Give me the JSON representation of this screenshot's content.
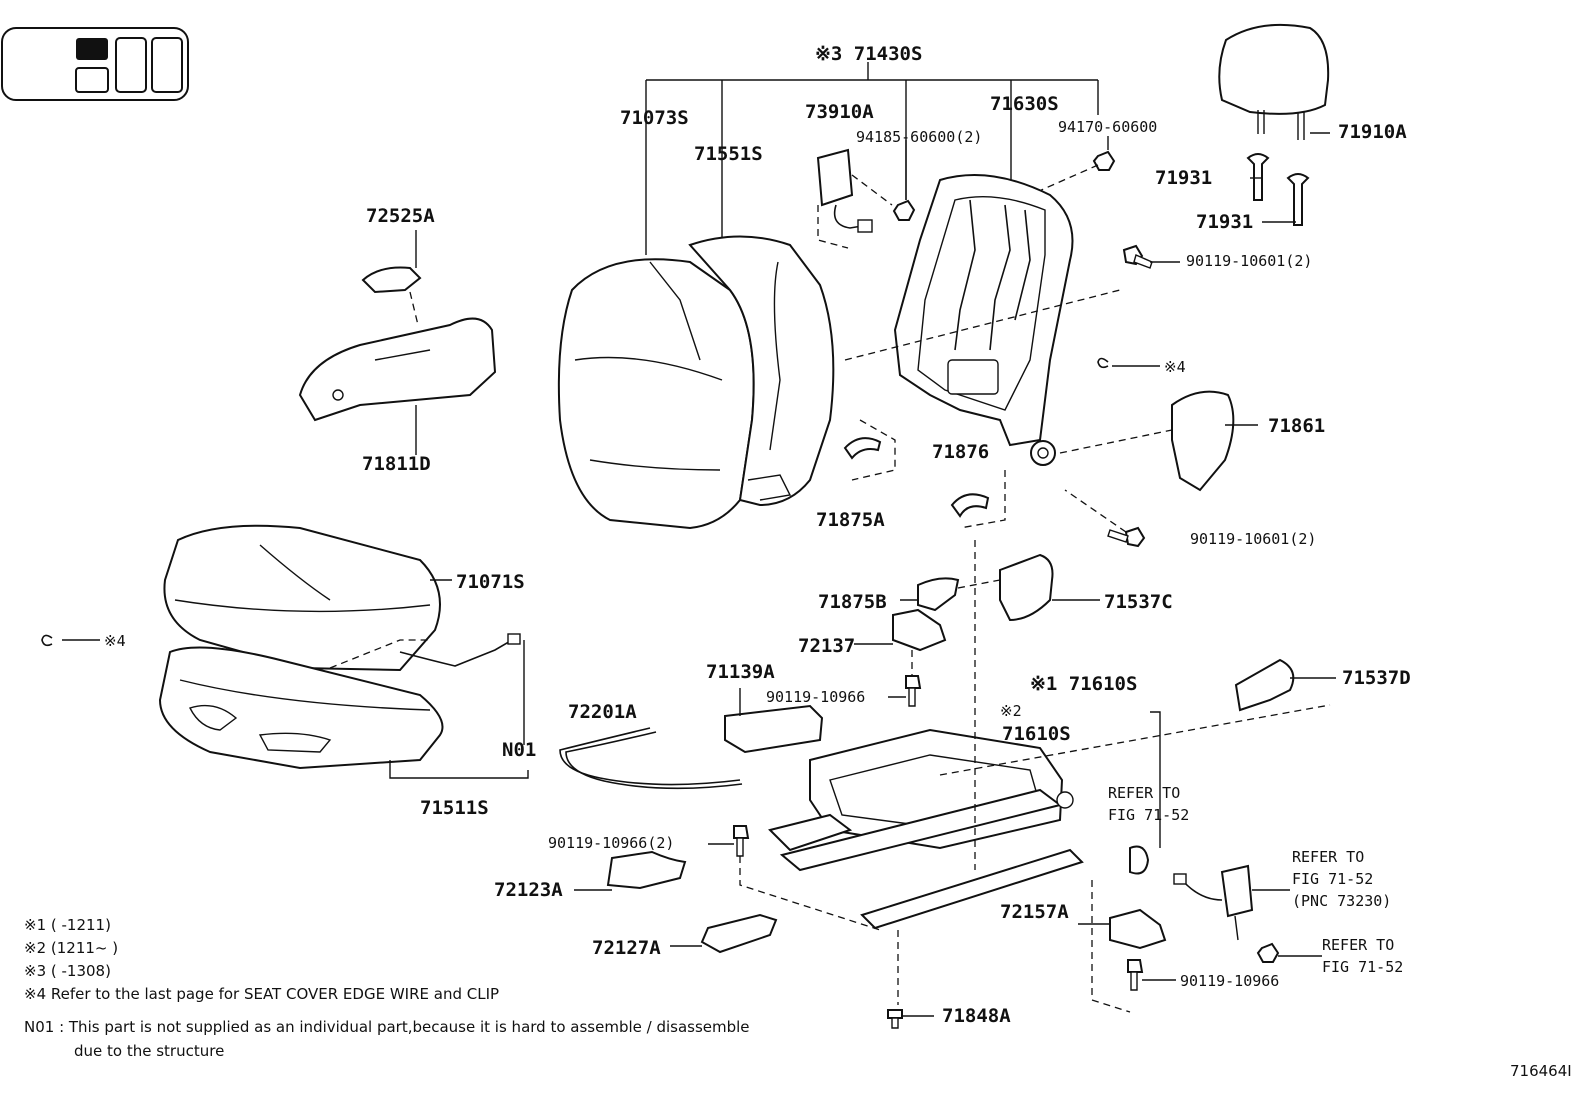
{
  "figure_id": "716464I",
  "labels": {
    "l71430S": "※3 71430S",
    "l71073S": "71073S",
    "l71551S": "71551S",
    "l73910A": "73910A",
    "l94185": "94185-60600(2)",
    "l71630S": "71630S",
    "l94170": "94170-60600",
    "l71910A": "71910A",
    "l71931a": "71931",
    "l71931b": "71931",
    "l90119_10601a": "90119-10601(2)",
    "l72525A": "72525A",
    "l71811D": "71811D",
    "lclip4a": "※4",
    "l71861": "71861",
    "l71876": "71876",
    "l71875A": "71875A",
    "l90119_10601b": "90119-10601(2)",
    "l71071S": "71071S",
    "lclip4b": "※4",
    "l71875B": "71875B",
    "l71537C": "71537C",
    "l72137": "72137",
    "l71139A": "71139A",
    "l90119_10966a": "90119-10966",
    "l71610S1": "※1 71610S",
    "l71537D": "71537D",
    "l71610S2a": "※2",
    "l71610S2b": "71610S",
    "l72201A": "72201A",
    "lN01": "N01",
    "l71511S": "71511S",
    "lrefer1a": "REFER TO",
    "lrefer1b": "FIG 71-52",
    "l90119_10966b": "90119-10966(2)",
    "l72123A": "72123A",
    "lrefer2a": "REFER TO",
    "lrefer2b": "FIG 71-52",
    "lrefer2c": "(PNC 73230)",
    "l72157A": "72157A",
    "l72127A": "72127A",
    "lrefer3a": "REFER TO",
    "lrefer3b": "FIG 71-52",
    "l90119_10966c": "90119-10966",
    "l71848A": "71848A"
  },
  "notes": {
    "n1": "※1 (      -1211)",
    "n2": "※2 (1211~      )",
    "n3": "※3 (      -1308)",
    "n4": "※4 Refer to the last page for SEAT COVER EDGE WIRE and CLIP",
    "n01a": "N01 : This part is not supplied as an individual part,because it is hard to assemble / disassemble",
    "n01b": "due to the structure"
  },
  "legend_icon": "seat-position-indicator-icon"
}
